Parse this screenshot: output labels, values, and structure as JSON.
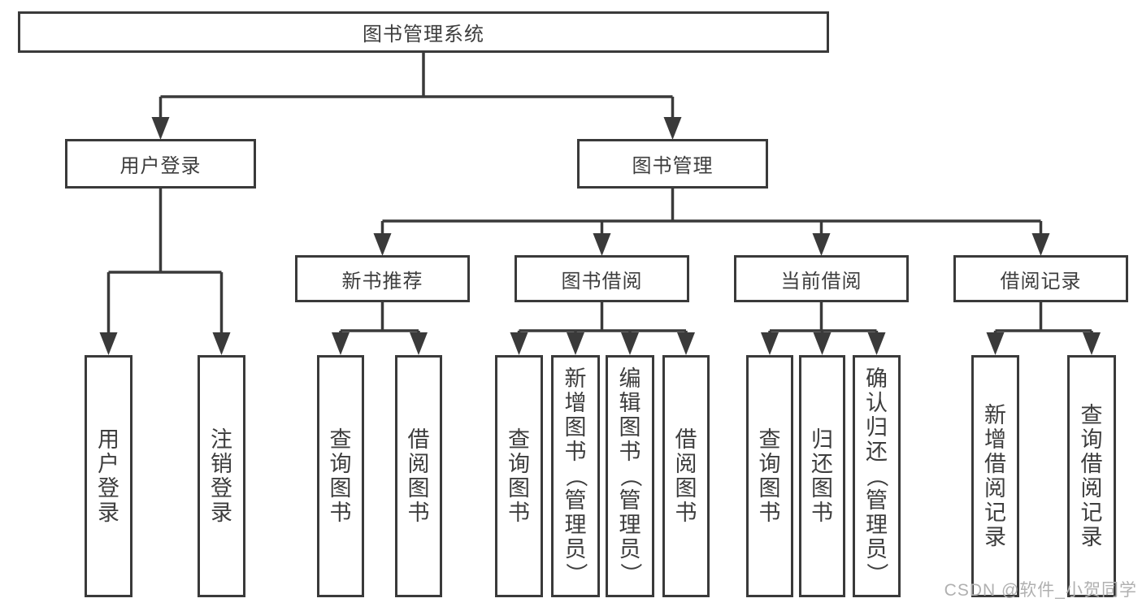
{
  "tree": {
    "root": "图书管理系统",
    "branches": [
      {
        "label": "用户登录",
        "children": [
          "用户登录",
          "注销登录"
        ]
      },
      {
        "label": "图书管理",
        "children": [
          {
            "label": "新书推荐",
            "children": [
              "查询图书",
              "借阅图书"
            ]
          },
          {
            "label": "图书借阅",
            "children": [
              "查询图书",
              "新增图书（管理员）",
              "编辑图书（管理员）",
              "借阅图书"
            ]
          },
          {
            "label": "当前借阅",
            "children": [
              "查询图书",
              "归还图书",
              "确认归还（管理员）"
            ]
          },
          {
            "label": "借阅记录",
            "children": [
              "新增借阅记录",
              "查询借阅记录"
            ]
          }
        ]
      }
    ]
  },
  "watermark": {
    "text": "CSDN @软件_小贺同学"
  },
  "colors": {
    "line": "#3a3a3a",
    "text": "#3d3d3d",
    "watermark": "#b0b0b0",
    "background": "#ffffff"
  }
}
